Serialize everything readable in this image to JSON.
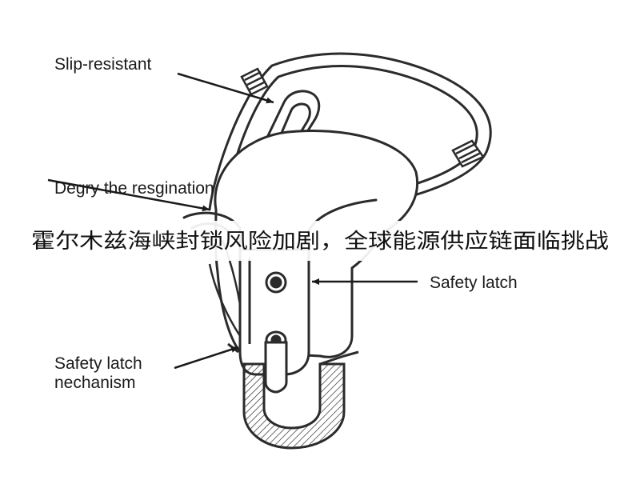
{
  "labels": {
    "slip_resistant": "Slip-resistant",
    "degry": "Degry the resgination",
    "safety_latch": "Safety latch",
    "mechanism_line1": "Safety latch",
    "mechanism_line2": "nechanism"
  },
  "caption": "霍尔木兹海峡封锁风险加剧，全球能源供应链面临挑战",
  "colors": {
    "line": "#2b2b2b",
    "caption_band": "#ffffff"
  }
}
